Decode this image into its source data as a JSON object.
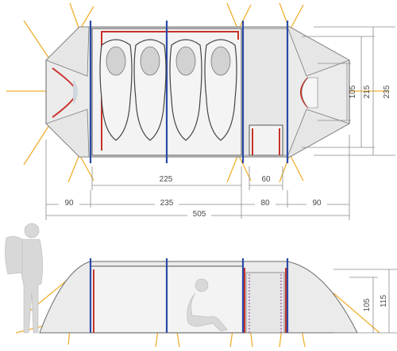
{
  "dimensions": {
    "inner_cabin_length": "225",
    "door_width": "60",
    "front_vestibule": "90",
    "main_section": "235",
    "rear_vestibule_section": "80",
    "rear_vestibule": "90",
    "total_length": "505",
    "inner_width": "105",
    "middle_width": "215",
    "total_width": "235",
    "inner_height": "105",
    "total_height": "115"
  },
  "colors": {
    "pole": "#2b4aa8",
    "guy_line": "#f0b030",
    "door_frame": "#c8322a",
    "fabric": "#ebebeb"
  }
}
